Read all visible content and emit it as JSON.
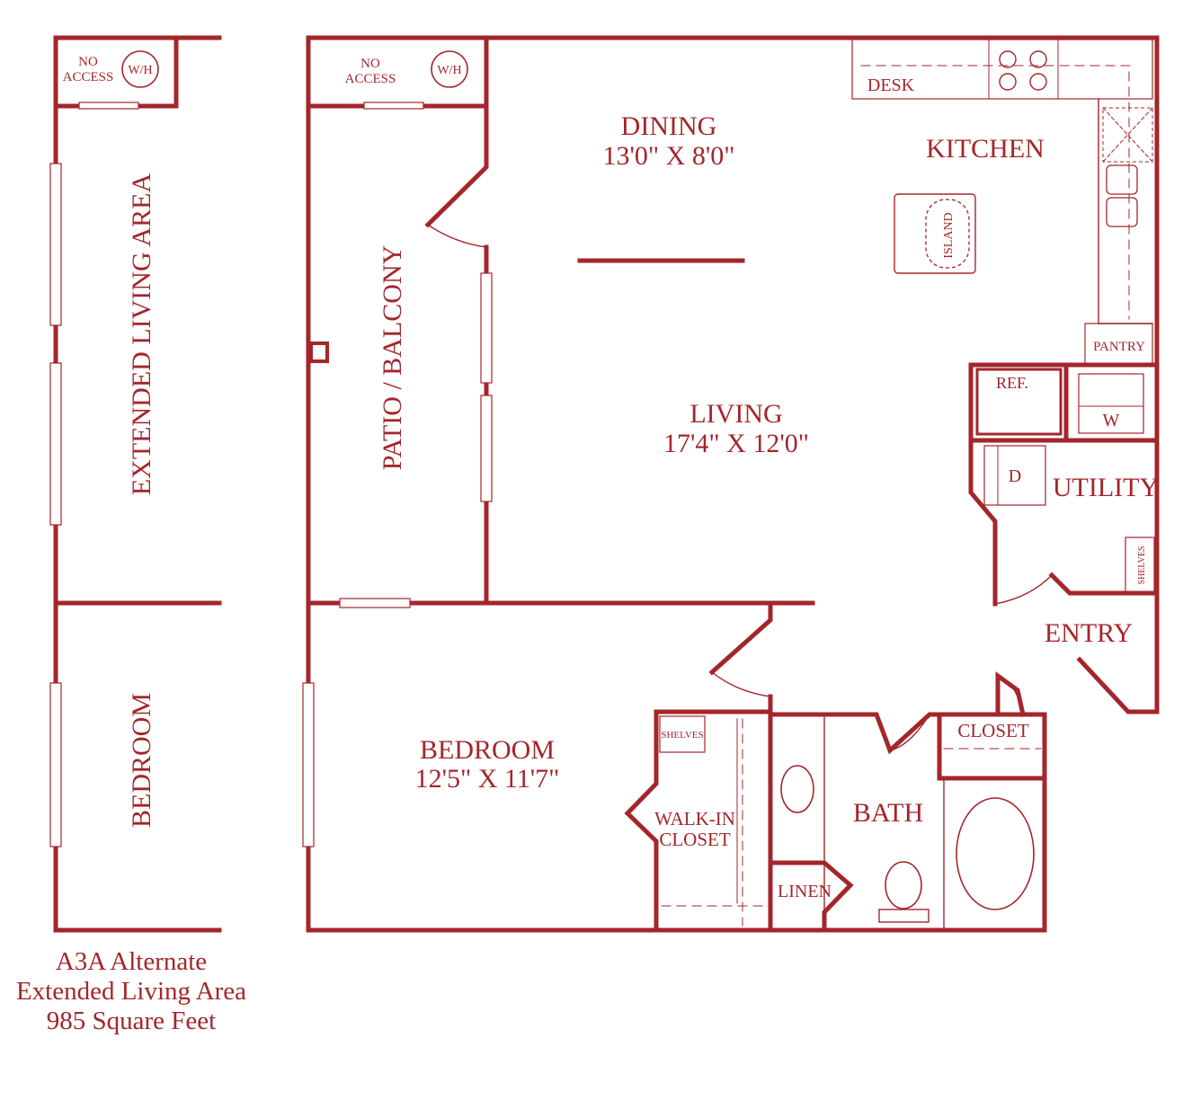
{
  "colors": {
    "line": "#a3262b",
    "background": "#ffffff"
  },
  "extended_area": {
    "no_access": [
      "NO",
      "ACCESS"
    ],
    "water_heater": "W/H",
    "living_label": "EXTENDED LIVING AREA",
    "bedroom_label": "BEDROOM"
  },
  "rooms": {
    "no_access": [
      "NO",
      "ACCESS"
    ],
    "water_heater": "W/H",
    "patio": "PATIO / BALCONY",
    "dining": {
      "name": "DINING",
      "size": "13'0\" X 8'0\""
    },
    "kitchen": "KITCHEN",
    "desk": "DESK",
    "island": "ISLAND",
    "pantry": "PANTRY",
    "ref": "REF.",
    "washer": "W",
    "dryer": "D",
    "utility": "UTILITY",
    "shelves_utility": "SHELVES",
    "living": {
      "name": "LIVING",
      "size": "17'4\" X 12'0\""
    },
    "entry": "ENTRY",
    "bedroom": {
      "name": "BEDROOM",
      "size": "12'5\" X 11'7\""
    },
    "shelves_closet": "SHELVES",
    "walk_in_closet": [
      "WALK-IN",
      "CLOSET"
    ],
    "bath": "BATH",
    "linen": "LINEN",
    "closet": "CLOSET"
  },
  "caption": [
    "A3A Alternate",
    "Extended Living Area",
    "985 Square Feet"
  ]
}
